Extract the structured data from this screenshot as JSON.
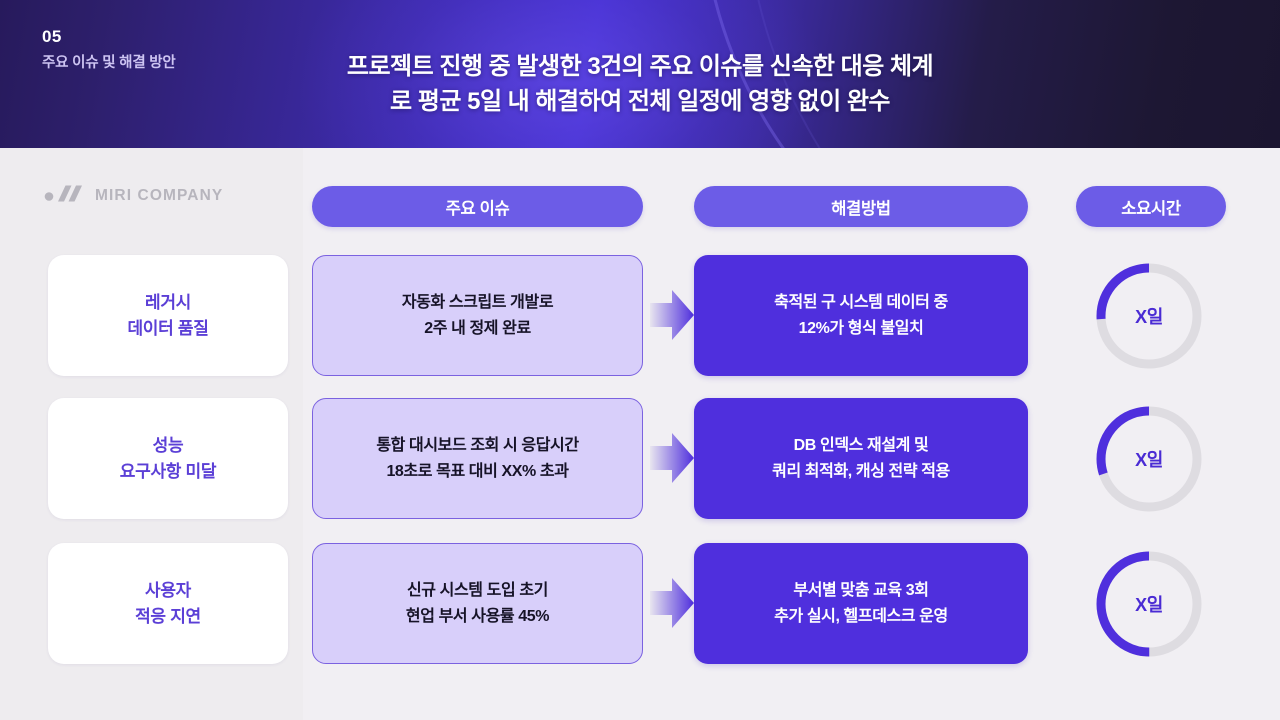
{
  "header": {
    "section_number": "05",
    "section_name": "주요 이슈 및 해결 방안",
    "headline_line1": "프로젝트 진행 중 발생한 3건의 주요 이슈를 신속한 대응 체계",
    "headline_line2": "로 평균 5일 내 해결하여 전체 일정에 영향 없이 완수"
  },
  "brand": {
    "name": "MIRI COMPANY"
  },
  "columns": {
    "issue": "주요 이슈",
    "solution": "해결방법",
    "duration": "소요시간"
  },
  "rows": [
    {
      "label_line1": "레거시",
      "label_line2": "데이터 품질",
      "middle_line1": "자동화 스크립트 개발로",
      "middle_line2": "2주 내 정제 완료",
      "right_line1": "축적된 구 시스템 데이터 중",
      "right_line2": "12%가 형식 불일치",
      "duration_label": "X일",
      "progress_percent": 26
    },
    {
      "label_line1": "성능",
      "label_line2": "요구사항 미달",
      "middle_line1": "통합 대시보드 조회 시 응답시간",
      "middle_line2": "18초로 목표 대비 XX% 초과",
      "right_line1": "DB 인덱스 재설계 및",
      "right_line2": "쿼리 최적화, 캐싱 전략 적용",
      "duration_label": "X일",
      "progress_percent": 30
    },
    {
      "label_line1": "사용자",
      "label_line2": "적응 지연",
      "middle_line1": "신규 시스템 도입 초기",
      "middle_line2": "현업 부서 사용률 45%",
      "right_line1": "부서별 맞춤 교육 3회",
      "right_line2": "추가 실시, 헬프데스크 운영",
      "duration_label": "X일",
      "progress_percent": 50
    }
  ],
  "colors": {
    "accent": "#6c5ce7",
    "deep_purple": "#4f2fdd",
    "lilac": "#d8cffa",
    "ring_track": "#dedce1",
    "panel_bg": "#f1eff3",
    "slide_bg": "#eeecef"
  }
}
